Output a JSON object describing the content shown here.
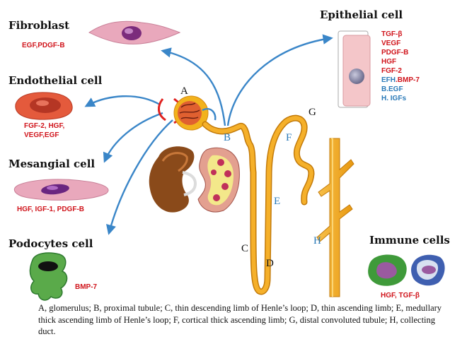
{
  "cells": {
    "fibroblast": {
      "title": "Fibroblast",
      "factors": [
        "EGF,PDGF-B"
      ]
    },
    "endothelial": {
      "title": "Endothelial cell",
      "factors": [
        "FGF-2, HGF,",
        "VEGF,EGF"
      ]
    },
    "mesangial": {
      "title": "Mesangial cell",
      "factors": [
        "HGF, IGF-1, PDGF-B"
      ]
    },
    "podocytes": {
      "title": "Podocytes cell",
      "factors": [
        "BMP-7"
      ]
    },
    "epithelial": {
      "title": "Epithelial cell",
      "factors_red": [
        "TGF-β",
        "VEGF",
        "PDGF-B",
        "HGF",
        "FGF-2"
      ],
      "factors_blue": [
        "EFH",
        "B.EGF",
        "H. IGFs"
      ],
      "factor_bmp": ".BMP-7"
    },
    "immune": {
      "title": "Immune cells",
      "factors": [
        "HGF, TGF-β"
      ]
    }
  },
  "segments": {
    "A": "A",
    "B": "B",
    "C": "C",
    "D": "D",
    "E": "E",
    "F": "F",
    "G": "G",
    "H": "H"
  },
  "caption": "A, glomerulus; B, proximal tubule; C, thin descending limb of Henle’s loop; D, thin ascending limb; E, medullary thick ascending limb of Henle’s loop; F, cortical thick ascending limb; G, distal convoluted tubule; H, collecting duct.",
  "colors": {
    "arrow": "#3a86c8",
    "factor_red": "#d0141b",
    "factor_blue": "#2a7ab8",
    "tubule": "#f2a51a",
    "cell_pink": "#e9a8bc",
    "cell_red": "#e45a3c",
    "podocyte_green": "#5aaa4a"
  },
  "icons": [
    "fibroblast-cell-icon",
    "endothelial-cell-icon",
    "mesangial-cell-icon",
    "podocyte-cell-icon",
    "epithelial-cell-icon",
    "immune-cell-icon",
    "kidney-icon",
    "kidney-cross-section-icon",
    "glomerulus-icon",
    "nephron-tubule-icon",
    "collecting-duct-icon"
  ]
}
